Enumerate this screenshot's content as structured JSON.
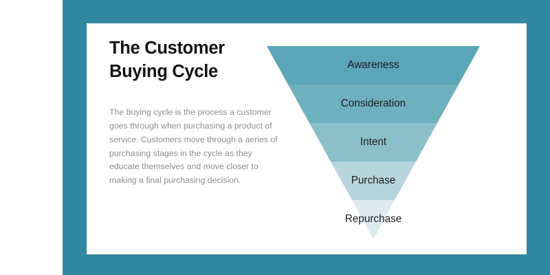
{
  "slide": {
    "background_color": "#ffffff",
    "panel_color": "#3089a0",
    "card_color": "#ffffff",
    "title": "The Customer\nBuying Cycle",
    "body": "The buying cycle is the process a customer goes through when purchasing a product of service. Customers move through a aeries of purchasing stages in the cycle as they educate themselves and move closer to making a final purchasing decision.",
    "title_color": "#111111",
    "body_color": "#8d8d8d"
  },
  "chart_data": {
    "type": "funnel",
    "title": "The Customer Buying Cycle",
    "orientation": "inverted-triangle",
    "label_color": "#1c1c1c",
    "categories": [
      "Awareness",
      "Consideration",
      "Intent",
      "Purchase",
      "Repurchase"
    ],
    "values": [
      5,
      4,
      3,
      2,
      1
    ],
    "colors": [
      "#5ba5b8",
      "#6fb0bf",
      "#8bc0cb",
      "#b6d5dd",
      "#dceaee"
    ],
    "stages": [
      {
        "label": "Awareness",
        "color": "#5ba5b8",
        "order": 1,
        "top_width_pct": 100,
        "bottom_width_pct": 80
      },
      {
        "label": "Consideration",
        "color": "#6fb0bf",
        "order": 2,
        "top_width_pct": 80,
        "bottom_width_pct": 60
      },
      {
        "label": "Intent",
        "color": "#8bc0cb",
        "order": 3,
        "top_width_pct": 60,
        "bottom_width_pct": 40
      },
      {
        "label": "Purchase",
        "color": "#b6d5dd",
        "order": 4,
        "top_width_pct": 40,
        "bottom_width_pct": 20
      },
      {
        "label": "Repurchase",
        "color": "#dceaee",
        "order": 5,
        "top_width_pct": 20,
        "bottom_width_pct": 0
      }
    ],
    "legend": "none",
    "grid": false
  }
}
